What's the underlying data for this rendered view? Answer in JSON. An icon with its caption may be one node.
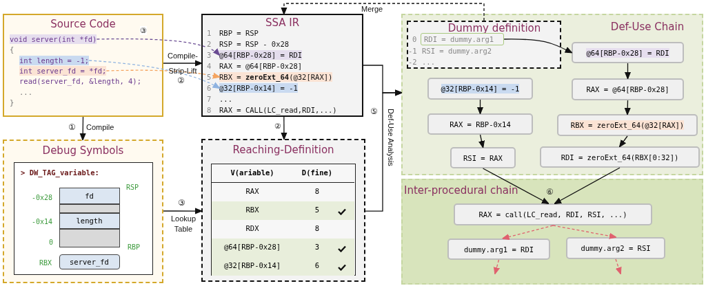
{
  "diagram": {
    "nodes": [
      {
        "text": [
          "Source Code"
        ]
      },
      {
        "text": [
          "void server(int *fd)"
        ],
        "in": 0
      },
      {
        "text": [
          "{"
        ],
        "in": 0
      },
      {
        "text": [
          "int length = -1;"
        ],
        "in": 0
      },
      {
        "text": [
          "int server_fd = *fd;"
        ],
        "in": 0
      },
      {
        "text": [
          "read(server_fd, &length, 4);"
        ],
        "in": 0
      },
      {
        "text": [
          "..."
        ],
        "in": 0
      },
      {
        "text": [
          "}"
        ],
        "in": 0
      },
      {
        "text": [
          "SSA IR"
        ]
      },
      {
        "text": [
          "RBP = RSP"
        ],
        "in": 8,
        "beside": [
          "1"
        ]
      },
      {
        "text": [
          "RSP = RSP - 0x28"
        ],
        "in": 8,
        "beside": [
          "2"
        ]
      },
      {
        "text": [
          "@64[RBP-0x28] = RDI"
        ],
        "in": 8,
        "beside": [
          "3"
        ]
      },
      {
        "text": [
          "RAX = @64[RBP-0x28]"
        ],
        "in": 8,
        "beside": [
          "4"
        ]
      },
      {
        "text": [
          "RBX = **zeroExt_64**(@32[RAX])"
        ],
        "in": 8,
        "beside": [
          "5"
        ]
      },
      {
        "text": [
          "@32[RBP-0x14] = -1"
        ],
        "in": 8,
        "beside": [
          "6"
        ]
      },
      {
        "text": [
          "..."
        ],
        "in": 8,
        "beside": [
          "7"
        ]
      },
      {
        "text": [
          "RAX = CALL(LC_read,RDI,...)"
        ],
        "in": 8,
        "beside": [
          "8"
        ]
      },
      {
        "text": [
          "Debug Symbols"
        ]
      },
      {
        "text": [
          "> DW_TAG_variable:"
        ],
        "in": 17
      },
      {
        "text": [
          "fd"
        ],
        "in": 18
      },
      {
        "text": [
          "length"
        ],
        "in": 18
      },
      {
        "text": [
          "server_fd"
        ],
        "in": 18
      },
      {
        "text": [
          "Reaching-Definition"
        ]
      },
      {
        "text": [
          "Def-Use Chain"
        ]
      },
      {
        "text": [
          "Dummy definition"
        ],
        "in": 23
      },
      {
        "text": [
          "RDI = dummy.arg1"
        ],
        "in": 24,
        "beside": [
          "0"
        ]
      },
      {
        "text": [
          "RSI = dummy.arg2"
        ],
        "in": 24,
        "beside": [
          "-1"
        ]
      },
      {
        "text": [
          "..."
        ],
        "in": 24,
        "beside": [
          "-2"
        ]
      },
      {
        "text": [
          "@64[RBP-0x28] = RDI"
        ],
        "in": 23
      },
      {
        "text": [
          "RAX = @64[RBP-0x28]"
        ],
        "in": 23
      },
      {
        "text": [
          "RBX = zeroExt_64(@32[RAX])"
        ],
        "in": 23
      },
      {
        "text": [
          "RDI = zeroExt_64(RBX[0:32])"
        ],
        "in": 23
      },
      {
        "text": [
          "@32[RBP-0x14] = -1"
        ],
        "in": 23
      },
      {
        "text": [
          "RAX = RBP-0x14"
        ],
        "in": 23
      },
      {
        "text": [
          "RSI = RAX"
        ],
        "in": 23
      },
      {
        "text": [
          "Inter-procedural chain"
        ]
      },
      {
        "text": [
          "RAX = call(LC_read, RDI, RSI, ...)"
        ],
        "in": 35
      },
      {
        "text": [
          "dummy.arg1 = RDI"
        ],
        "in": 35
      },
      {
        "text": [
          "dummy.arg2 = RSI"
        ],
        "in": 35
      },
      {
        "text": [],
        "shape": "box",
        "in": 18
      },
      {
        "text": [],
        "shape": "box",
        "in": 18
      }
    ],
    "edges": [
      {
        "from": 1,
        "to": 11,
        "arrow": "to",
        "label": "③",
        "style": "dashed",
        "color": "#6a4c93"
      },
      {
        "from": 3,
        "to": 14,
        "arrow": "to",
        "style": "dashed",
        "color": "#8fb3e0"
      },
      {
        "from": 4,
        "to": 13,
        "arrow": "to",
        "style": "dashed",
        "color": "#f4a460"
      },
      {
        "from": 0,
        "to": 8,
        "arrow": "to",
        "label": "Compile- Strip-Lift"
      },
      {
        "from": 0,
        "to": 17,
        "arrow": "to",
        "label": "Compile"
      },
      {
        "from": 8,
        "to": 22,
        "arrow": "to",
        "label": "②"
      },
      {
        "from": 17,
        "to": 22,
        "arrow": "to",
        "label": "Lookup Table"
      },
      {
        "from": 8,
        "to": 23,
        "arrow": "to"
      },
      {
        "from": 22,
        "to": 23,
        "arrow": "to",
        "label": "Def-Use Analysis"
      },
      {
        "from": 24,
        "to": 8,
        "arrow": "to",
        "label": "Merge",
        "style": "dashed"
      },
      {
        "from": 25,
        "to": 28,
        "arrow": "to"
      },
      {
        "from": 28,
        "to": 29,
        "arrow": "to"
      },
      {
        "from": 29,
        "to": 30,
        "arrow": "to"
      },
      {
        "from": 30,
        "to": 31,
        "arrow": "to"
      },
      {
        "from": 32,
        "to": 33,
        "arrow": "to"
      },
      {
        "from": 33,
        "to": 34,
        "arrow": "to"
      },
      {
        "from": 34,
        "to": 36,
        "arrow": "to"
      },
      {
        "from": 31,
        "to": 36,
        "arrow": "to"
      },
      {
        "from": 36,
        "to": 37,
        "arrow": "to",
        "style": "dashed",
        "color": "#e0606e"
      },
      {
        "from": 36,
        "to": 38,
        "arrow": "to",
        "style": "dashed",
        "color": "#e0606e"
      },
      {
        "from": 37,
        "to": null,
        "arrow": "to",
        "style": "dashed",
        "color": "#e0606e"
      },
      {
        "from": 38,
        "to": null,
        "arrow": "to",
        "style": "dashed",
        "color": "#e0606e"
      }
    ],
    "labels": [
      "②",
      "①",
      "RSP",
      "-0x28",
      "-0x14",
      "0",
      "RBP",
      "RBX",
      "③",
      "V(ariable)",
      "D(fine)",
      "RAX",
      "8",
      "RBX",
      "5",
      "RDX",
      "8",
      "@64[RBP-0x28]",
      "3",
      "@32[RBP-0x14]",
      "6",
      "⑤",
      "⑥"
    ]
  }
}
